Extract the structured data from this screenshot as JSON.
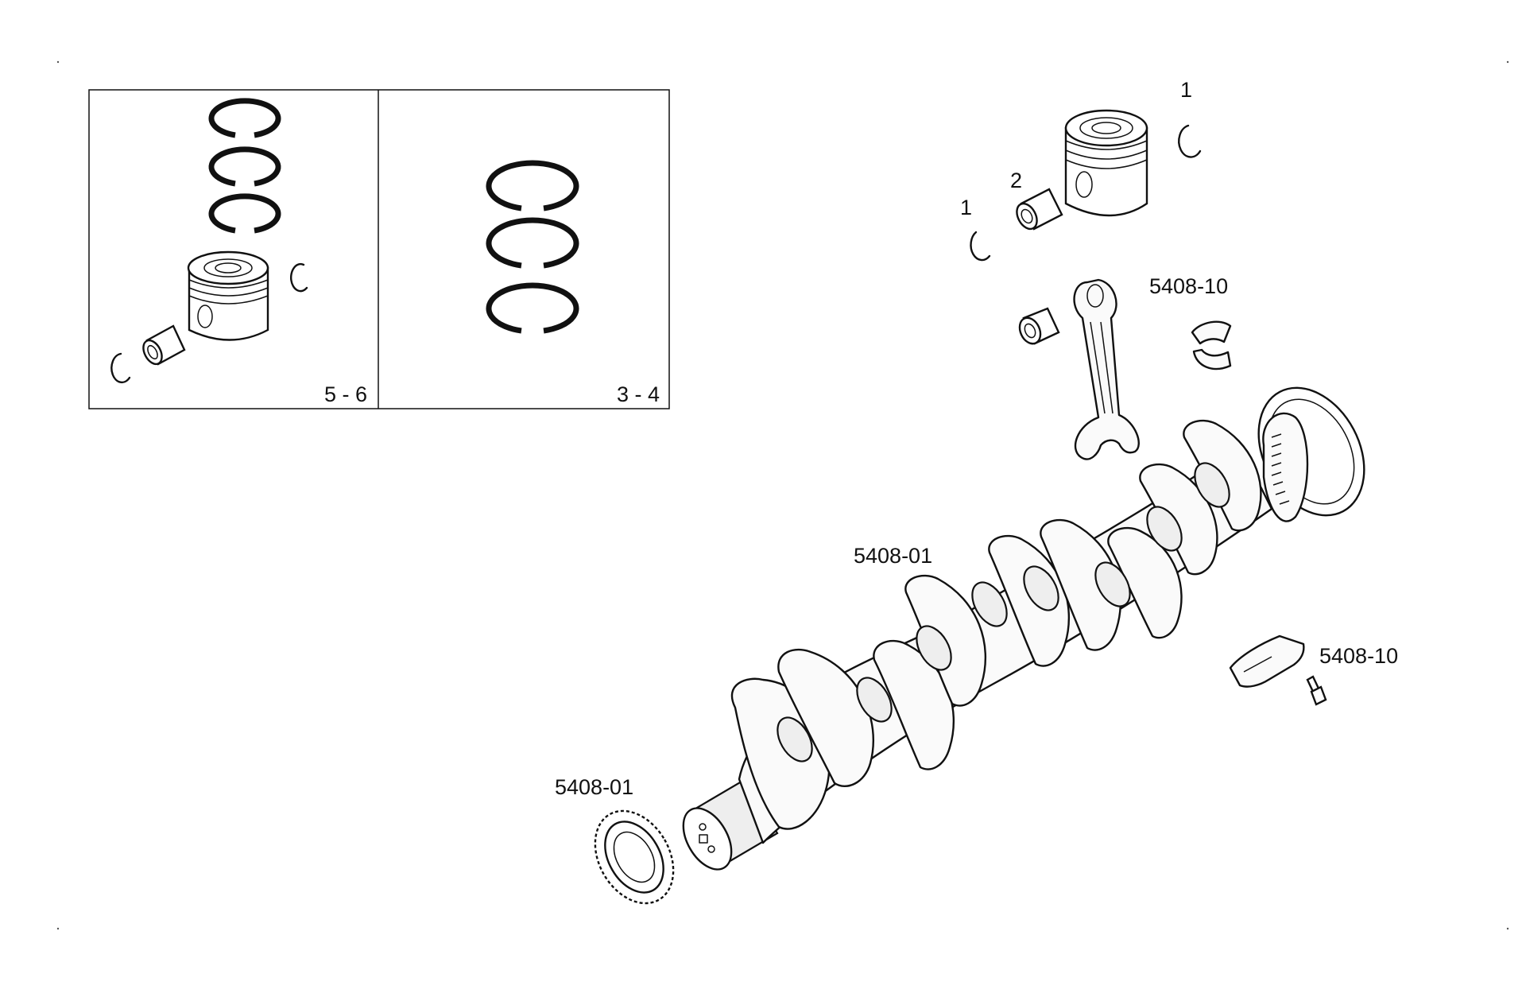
{
  "diagram": {
    "inset_left_label": "5 - 6",
    "inset_right_label": "3 - 4",
    "callouts": {
      "circlip_top": "1",
      "circlip_left": "1",
      "piston_pin": "2",
      "conrod_bearing": "5408-10",
      "crankshaft": "5408-01",
      "main_bearing": "5408-10",
      "timing_gear": "5408-01"
    }
  }
}
